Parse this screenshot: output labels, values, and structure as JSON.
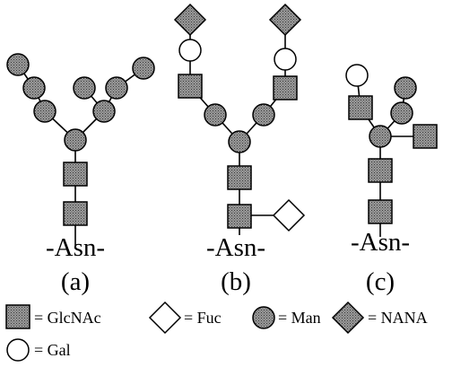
{
  "structures": [
    {
      "aglycone": "-Asn-",
      "label": "(a)"
    },
    {
      "aglycone": "-Asn-",
      "label": "(b)"
    },
    {
      "aglycone": "-Asn-",
      "label": "(c)"
    }
  ],
  "legend": [
    {
      "symbol": "square",
      "text": "= GlcNAc"
    },
    {
      "symbol": "diamond",
      "text": "= Fuc"
    },
    {
      "symbol": "circle-shaded",
      "text": "= Man"
    },
    {
      "symbol": "diamond-shaded",
      "text": "= NANA"
    },
    {
      "symbol": "circle-open",
      "text": "= Gal"
    }
  ],
  "colors": {
    "shaded_fill": "#8a8a8a",
    "open_fill": "#ffffff",
    "outline": "#000000"
  }
}
